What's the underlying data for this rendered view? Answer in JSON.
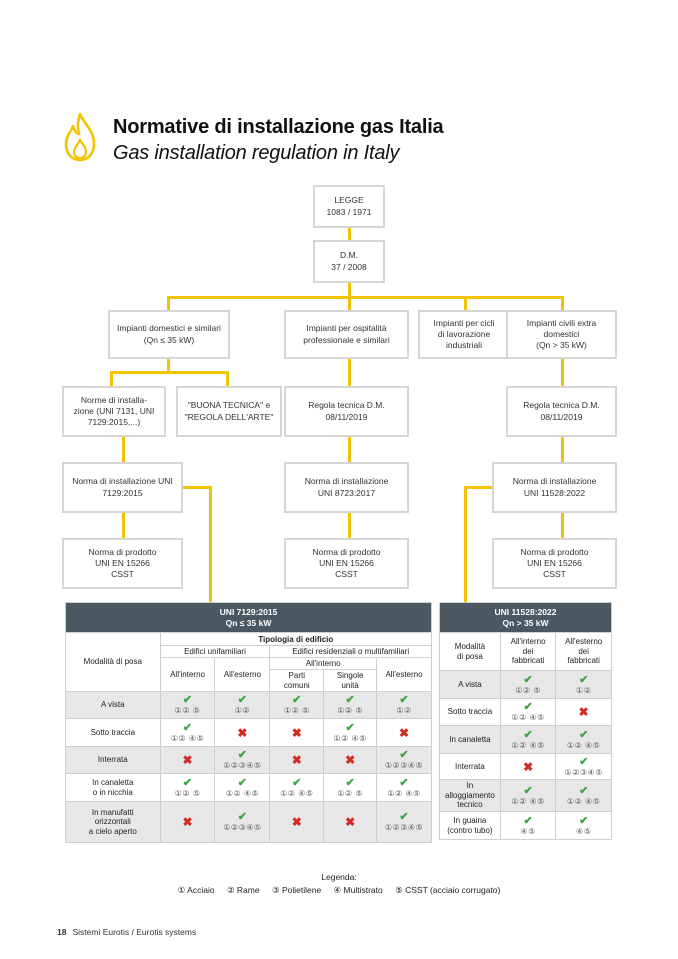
{
  "page": {
    "title": "Normative di installazione gas Italia",
    "subtitle": "Gas installation regulation in Italy",
    "page_number": "18",
    "footer_text": "Sistemi Eurotis / Eurotis systems"
  },
  "diagram": {
    "legge": "LEGGE\n1083 / 1971",
    "dm": "D.M.\n37 / 2008",
    "col1_head": "Impianti domestici e similari\n(Qn ≤ 35 kW)",
    "col2_head": "Impianti per ospitalità\nprofessionale e similari",
    "col3_head": "Impianti per cicli\ndi lavorazione\nindustriali",
    "col4_head": "Impianti civili extra\ndomestici\n(Qn > 35 kW)",
    "col1_norme": "Norme di installa-\nzione (UNI 7131, UNI\n7129:2015,...)",
    "col1_buona": "\"BUONA TECNICA\" e\n\"REGOLA DELL'ARTE\"",
    "col2_regola": "Regola tecnica D.M.\n08/11/2019",
    "col4_regola": "Regola tecnica D.M.\n08/11/2019",
    "col1_norma_inst": "Norma di installazione UNI\n7129:2015",
    "col2_norma_inst": "Norma di installazione\nUNI 8723:2017",
    "col4_norma_inst": "Norma di installazione\nUNI 11528:2022",
    "col1_prodotto": "Norma di prodotto\nUNI EN 15266\nCSST",
    "col2_prodotto": "Norma di prodotto\nUNI EN 15266\nCSST",
    "col4_prodotto": "Norma di prodotto\nUNI EN 15266\nCSST"
  },
  "table1": {
    "header": "UNI 7129:2015",
    "header2": "Qn ≤ 35 kW",
    "tipologia": "Tipologia di edificio",
    "modalita": "Modalità di posa",
    "unifam": "Edifici unifamiliari",
    "resid": "Edifici residenziali o multifamiliari",
    "interno": "All'interno",
    "esterno": "All'esterno",
    "all_interno": "All'interno",
    "parti": "Parti\ncomuni",
    "singole": "Singole\nunità",
    "esterno2": "All'esterno",
    "rows": [
      {
        "label": "A vista",
        "cells": [
          {
            "mark": "check",
            "nums": "①②  ⑤"
          },
          {
            "mark": "check",
            "nums": "①②"
          },
          {
            "mark": "check",
            "nums": "①②  ⑤"
          },
          {
            "mark": "check",
            "nums": "①②  ⑤"
          },
          {
            "mark": "check",
            "nums": "①②"
          }
        ]
      },
      {
        "label": "Sotto traccia",
        "cells": [
          {
            "mark": "check",
            "nums": "①②  ④⑤"
          },
          {
            "mark": "cross",
            "nums": ""
          },
          {
            "mark": "cross",
            "nums": ""
          },
          {
            "mark": "check",
            "nums": "①②  ④⑤"
          },
          {
            "mark": "cross",
            "nums": ""
          }
        ]
      },
      {
        "label": "Interrata",
        "cells": [
          {
            "mark": "cross",
            "nums": ""
          },
          {
            "mark": "check",
            "nums": "①②③④⑤"
          },
          {
            "mark": "cross",
            "nums": ""
          },
          {
            "mark": "cross",
            "nums": ""
          },
          {
            "mark": "check",
            "nums": "①②③④⑤"
          }
        ]
      },
      {
        "label": "In canaletta\no in nicchia",
        "cells": [
          {
            "mark": "check",
            "nums": "①②  ⑤"
          },
          {
            "mark": "check",
            "nums": "①②  ④⑤"
          },
          {
            "mark": "check",
            "nums": "①②  ④⑤"
          },
          {
            "mark": "check",
            "nums": "①②  ⑤"
          },
          {
            "mark": "check",
            "nums": "①②  ④⑤"
          }
        ]
      },
      {
        "label": "In manufatti\norizzontali\na cielo aperto",
        "cells": [
          {
            "mark": "cross",
            "nums": ""
          },
          {
            "mark": "check",
            "nums": "①②③④⑤"
          },
          {
            "mark": "cross",
            "nums": ""
          },
          {
            "mark": "cross",
            "nums": ""
          },
          {
            "mark": "check",
            "nums": "①②③④⑤"
          }
        ]
      }
    ]
  },
  "table2": {
    "header": "UNI 11528:2022",
    "header2": "Qn > 35 kW",
    "modalita": "Modalità\ndi posa",
    "interno": "All'interno\ndei\nfabbricati",
    "esterno": "All'esterno\ndei\nfabbricati",
    "rows": [
      {
        "label": "A vista",
        "cells": [
          {
            "mark": "check",
            "nums": "①②  ⑤"
          },
          {
            "mark": "check",
            "nums": "①②"
          }
        ]
      },
      {
        "label": "Sotto traccia",
        "cells": [
          {
            "mark": "check",
            "nums": "①②  ④⑤"
          },
          {
            "mark": "cross",
            "nums": ""
          }
        ]
      },
      {
        "label": "In canaletta",
        "cells": [
          {
            "mark": "check",
            "nums": "①②  ④⑤"
          },
          {
            "mark": "check",
            "nums": "①②  ④⑤"
          }
        ]
      },
      {
        "label": "Interrata",
        "cells": [
          {
            "mark": "cross",
            "nums": ""
          },
          {
            "mark": "check",
            "nums": "①②③④⑤"
          }
        ]
      },
      {
        "label": "In\nalloggiamento\ntecnico",
        "cells": [
          {
            "mark": "check",
            "nums": "①②  ④⑤"
          },
          {
            "mark": "check",
            "nums": "①②  ④⑤"
          }
        ]
      },
      {
        "label": "In guaina\n(contro tubo)",
        "cells": [
          {
            "mark": "check",
            "nums": "④⑤"
          },
          {
            "mark": "check",
            "nums": "④⑤"
          }
        ]
      }
    ]
  },
  "legend": {
    "title": "Legenda:",
    "items": [
      "① Acciaio",
      "② Rame",
      "③ Polietilene",
      "④ Multistrato",
      "⑤ CSST (acciaio corrugato)"
    ]
  },
  "colors": {
    "line": "#f2c300",
    "header": "#4b5862",
    "check": "#3aa53e",
    "cross": "#d42a22"
  }
}
